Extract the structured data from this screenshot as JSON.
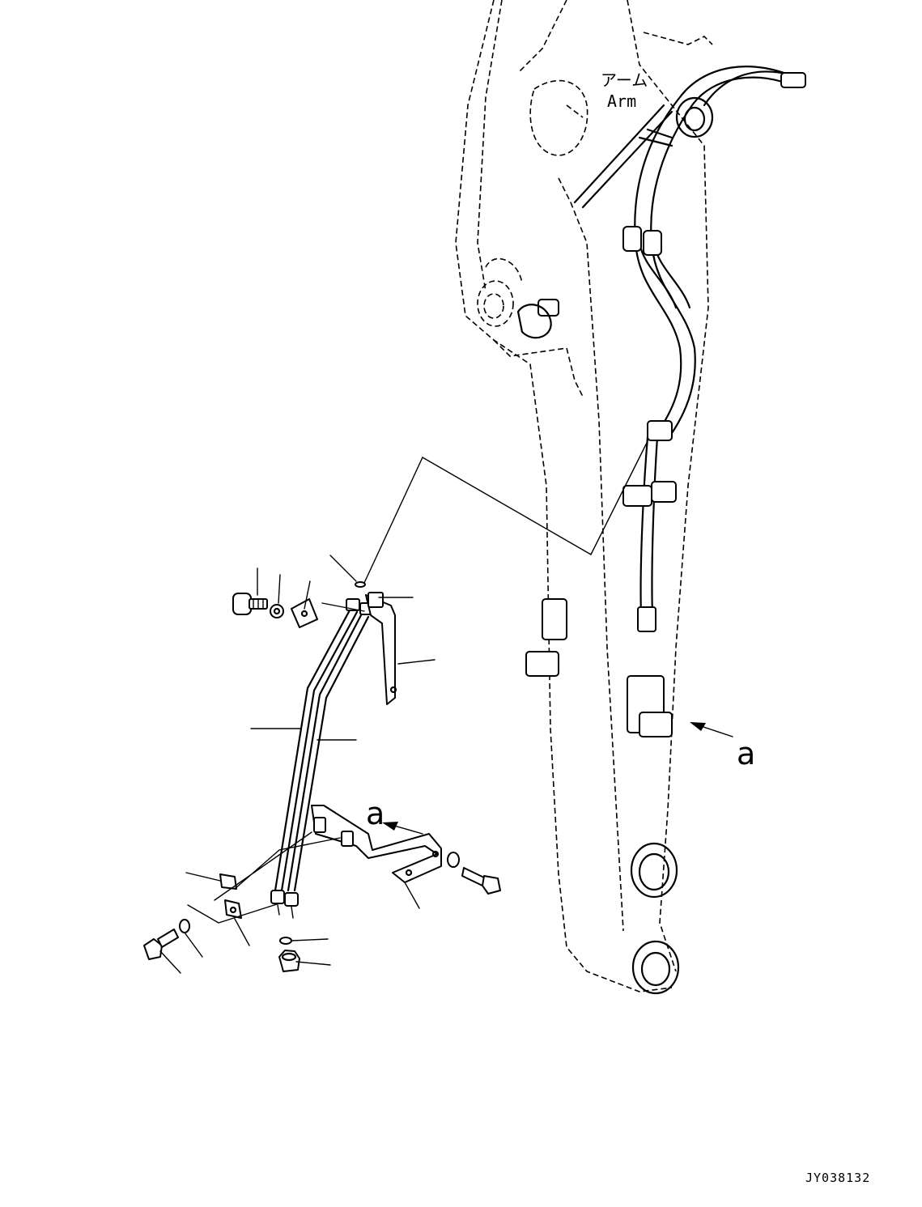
{
  "labels": {
    "arm_jp": "アーム",
    "arm_en": "Arm",
    "view_ref_main": "a",
    "view_ref_detail": "a",
    "drawing_code": "JY038132"
  },
  "icons": {
    "view_arrow": "arrow-left-icon"
  }
}
